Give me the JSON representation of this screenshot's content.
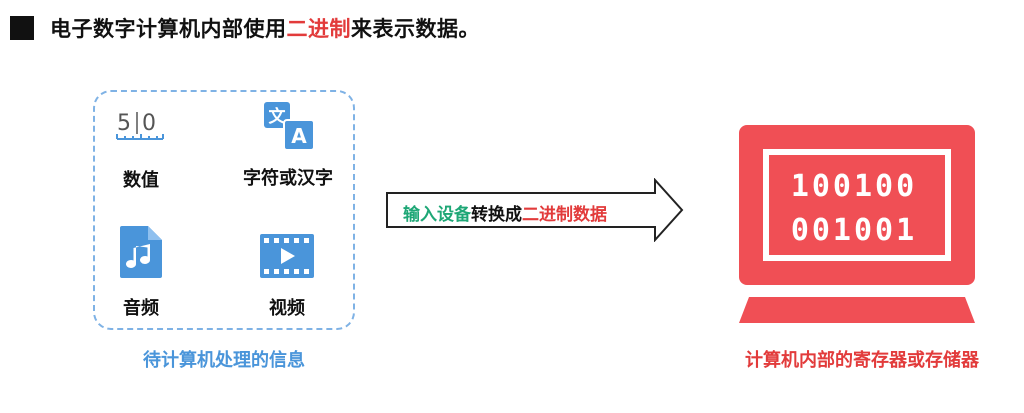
{
  "title": {
    "before": "电子数字计算机内部使用",
    "highlight": "二进制",
    "after": "来表示数据。"
  },
  "info_types": [
    {
      "label": "数值",
      "icon": "number-scale-icon",
      "icon_text": "5|0"
    },
    {
      "label": "字符或汉字",
      "icon": "translate-icon",
      "icon_text_a": "文",
      "icon_text_b": "A"
    },
    {
      "label": "音频",
      "icon": "music-file-icon"
    },
    {
      "label": "视频",
      "icon": "video-icon"
    }
  ],
  "left_caption": "待计算机处理的信息",
  "arrow": {
    "part1": "输入设备",
    "part2": "转换成",
    "part3": "二进制数据"
  },
  "computer": {
    "line1": "100100",
    "line2": "001001"
  },
  "right_caption": "计算机内部的寄存器或存储器",
  "colors": {
    "accent_red": "#e23b3b",
    "accent_blue": "#4a95da",
    "accent_green": "#1ea776",
    "screen_red": "#f04f55"
  }
}
